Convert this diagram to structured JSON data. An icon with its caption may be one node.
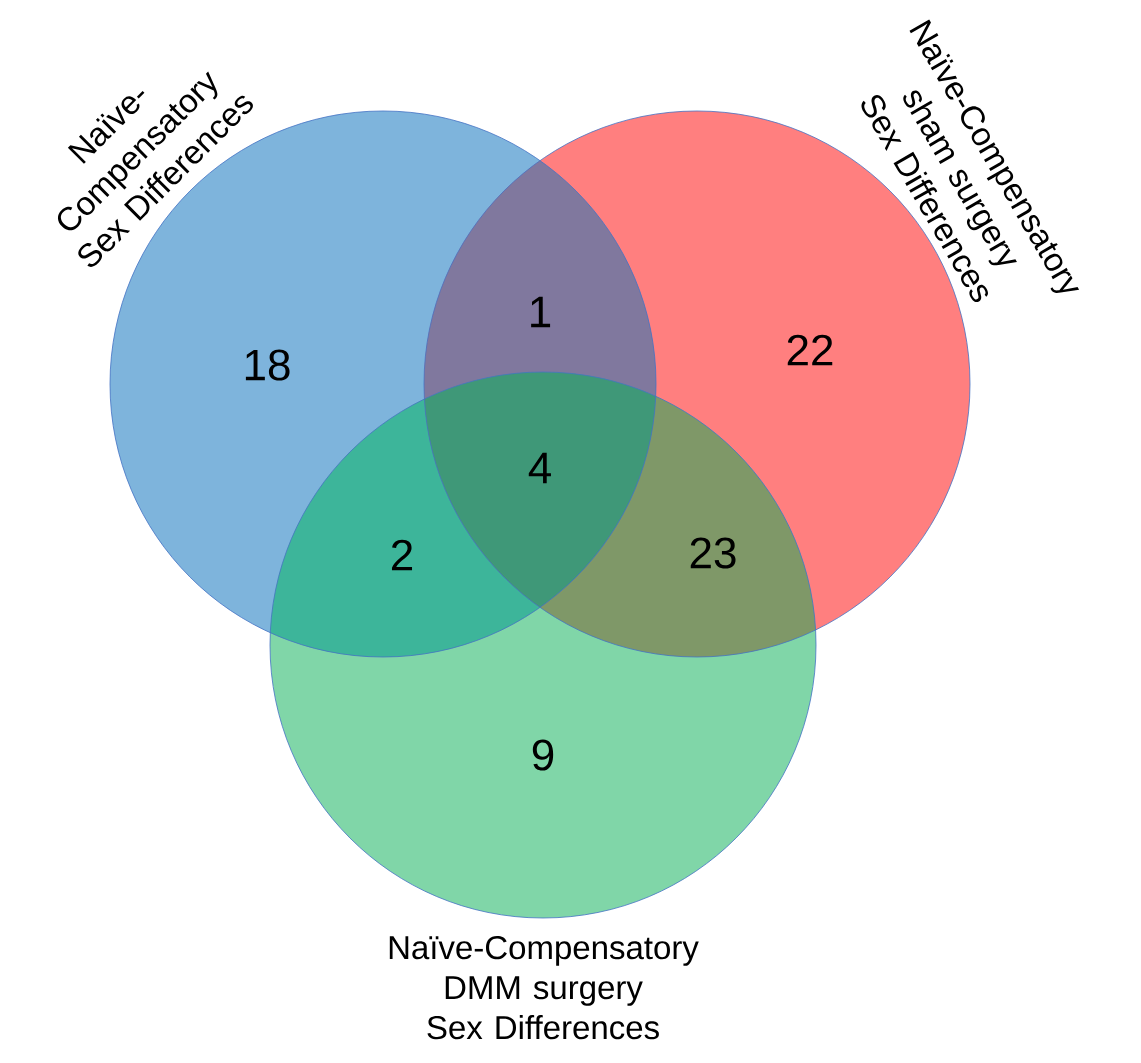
{
  "diagram": {
    "nodes": [
      {
        "text": [
          "Naïve-Compensatory Sex Differences"
        ]
      },
      {
        "text": [
          "Naïve-Compensatory sham surgery Sex Differences"
        ]
      },
      {
        "text": [
          "Naïve-Compensatory DMM surgery Sex Differences"
        ]
      }
    ],
    "labels": [
      "18",
      "1",
      "22",
      "4",
      "2",
      "23",
      "9"
    ]
  }
}
